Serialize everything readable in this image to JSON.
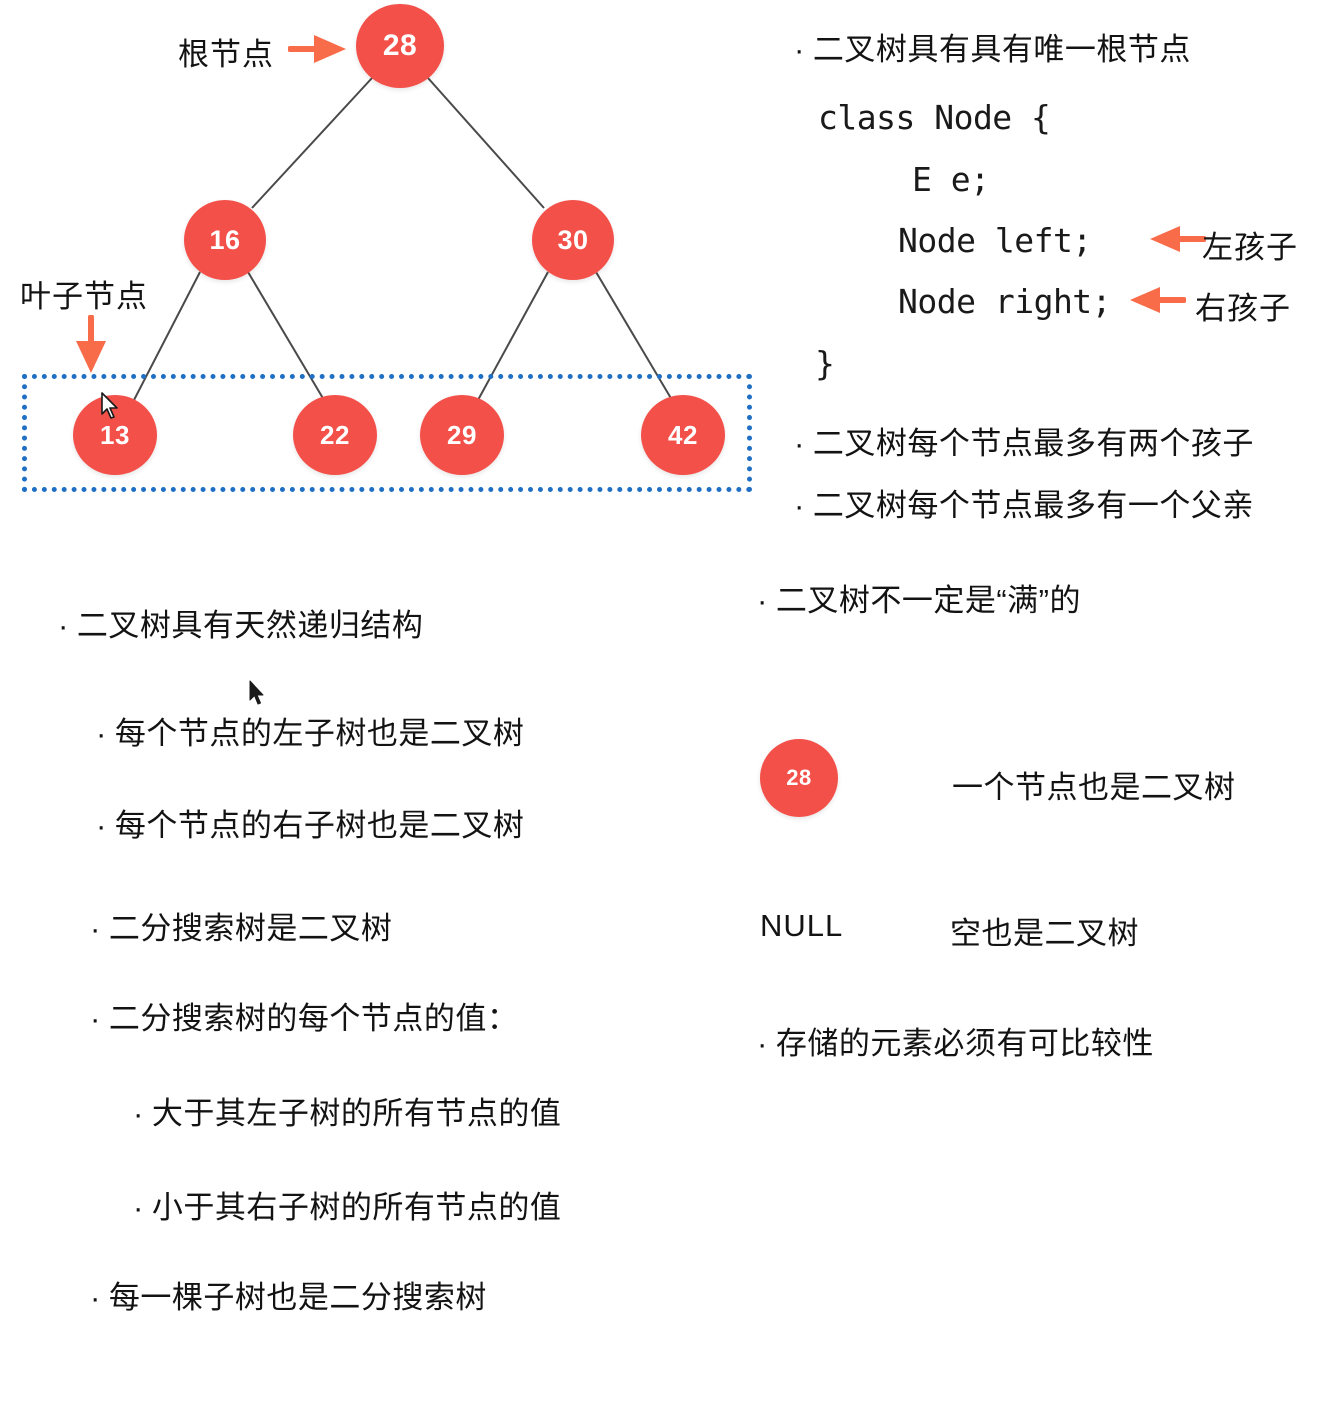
{
  "colors": {
    "node_fill": "#f4504a",
    "node_text": "#ffffff",
    "leaf_box_border": "#1f6fc4",
    "arrow": "#f96c4a",
    "text": "#131313",
    "background": "#ffffff",
    "edge": "#4a4a4a"
  },
  "tree": {
    "root_label": "根节点",
    "leaf_label": "叶子节点",
    "nodes": [
      {
        "value": "28",
        "level": 0
      },
      {
        "value": "16",
        "level": 1
      },
      {
        "value": "30",
        "level": 1
      },
      {
        "value": "13",
        "level": 2
      },
      {
        "value": "22",
        "level": 2
      },
      {
        "value": "29",
        "level": 2
      },
      {
        "value": "42",
        "level": 2
      }
    ]
  },
  "left_column": {
    "bullets": [
      {
        "text": "二叉树具有天然递归结构",
        "indent": 0
      },
      {
        "text": "每个节点的左子树也是二叉树",
        "indent": 1
      },
      {
        "text": "每个节点的右子树也是二叉树",
        "indent": 1
      },
      {
        "text": "二分搜索树是二叉树",
        "indent": 1
      },
      {
        "text": "二分搜索树的每个节点的值：",
        "indent": 1
      },
      {
        "text": "大于其左子树的所有节点的值",
        "indent": 2
      },
      {
        "text": "小于其右子树的所有节点的值",
        "indent": 2
      },
      {
        "text": "每一棵子树也是二分搜索树",
        "indent": 1
      }
    ]
  },
  "right_column": {
    "bullet_unique_root": "二叉树具有具有唯一根节点",
    "code": {
      "line1": "class Node {",
      "line2": "E e;",
      "line3": "Node left;",
      "line4": "Node right;",
      "line5": "}",
      "left_child_note": "左孩子",
      "right_child_note": "右孩子"
    },
    "bullet_two_children": "二叉树每个节点最多有两个孩子",
    "bullet_one_parent": "二叉树每个节点最多有一个父亲",
    "bullet_not_full": "二叉树不一定是“满”的",
    "single_node_value": "28",
    "single_node_note": "一个节点也是二叉树",
    "null_label": "NULL",
    "null_note": "空也是二叉树",
    "bullet_comparable": "存储的元素必须有可比较性"
  }
}
